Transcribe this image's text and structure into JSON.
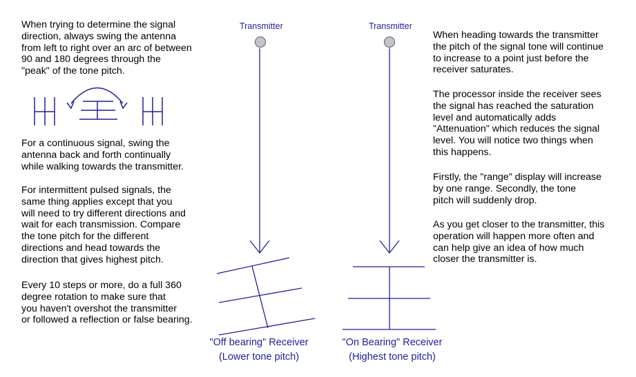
{
  "left": {
    "p1": [
      "When trying to determine the signal",
      "direction, always swing the antenna",
      "from left to right over an arc of between",
      "90 and 180 degrees through the",
      "\"peak\" of the tone pitch."
    ],
    "p2": [
      "For a continuous signal, swing the",
      "antenna back and forth continually",
      "while walking towards the transmitter."
    ],
    "p3": [
      "For intermittent pulsed signals, the",
      "same thing applies except that you",
      "will need to try different directions and",
      "wait for each transmission. Compare",
      "the tone pitch for the different",
      "directions and head towards the",
      "direction that gives highest pitch."
    ],
    "p4": [
      "Every 10 steps or more, do a full 360",
      "degree rotation to make sure that",
      "you haven't overshot the transmitter",
      "or followed a reflection or false bearing."
    ]
  },
  "right": {
    "p1": [
      "When heading towards the transmitter",
      "the pitch of the signal tone will continue",
      "to increase to a point just before the",
      "receiver saturates."
    ],
    "p2": [
      "The processor inside the receiver sees",
      "the signal has reached the saturation",
      "level and automatically adds",
      "\"Attenuation\" which reduces the signal",
      "level. You will notice two things when",
      "this happens."
    ],
    "p3": [
      "Firstly, the \"range\" display will increase",
      "by one range. Secondly, the tone",
      "pitch will suddenly drop."
    ],
    "p4": [
      "As you get closer to the transmitter, this",
      "operation will happen more often and",
      "can help give an idea of how much",
      "closer the transmitter is."
    ]
  },
  "diagram": {
    "transmitter_label_1": "Transmitter",
    "transmitter_label_2": "Transmitter",
    "off_caption_1": "\"Off bearing\" Receiver",
    "off_caption_2": "(Lower tone pitch)",
    "on_caption_1": "\"On Bearing\" Receiver",
    "on_caption_2": "(Highest tone pitch)"
  },
  "colors": {
    "diagram_ink": "#1f1f99",
    "transmitter_fill": "#c4c4cc"
  }
}
